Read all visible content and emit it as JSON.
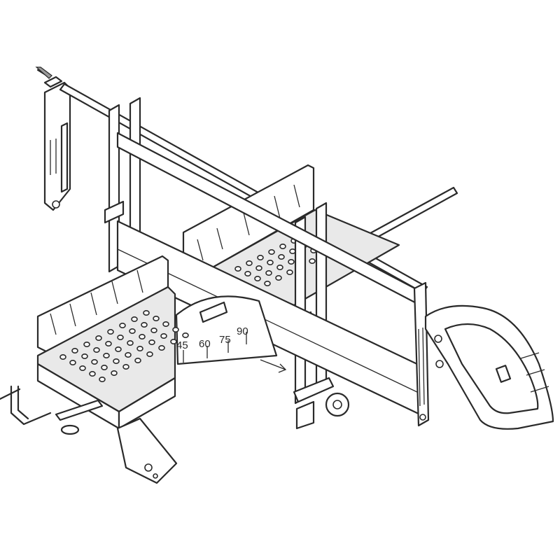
{
  "diagram": {
    "scale_labels": [
      "45",
      "60",
      "75",
      "90"
    ],
    "colors": {
      "stroke": "#2a2a2a",
      "fill": "#ffffff",
      "shade": "#e9e9e9"
    }
  }
}
